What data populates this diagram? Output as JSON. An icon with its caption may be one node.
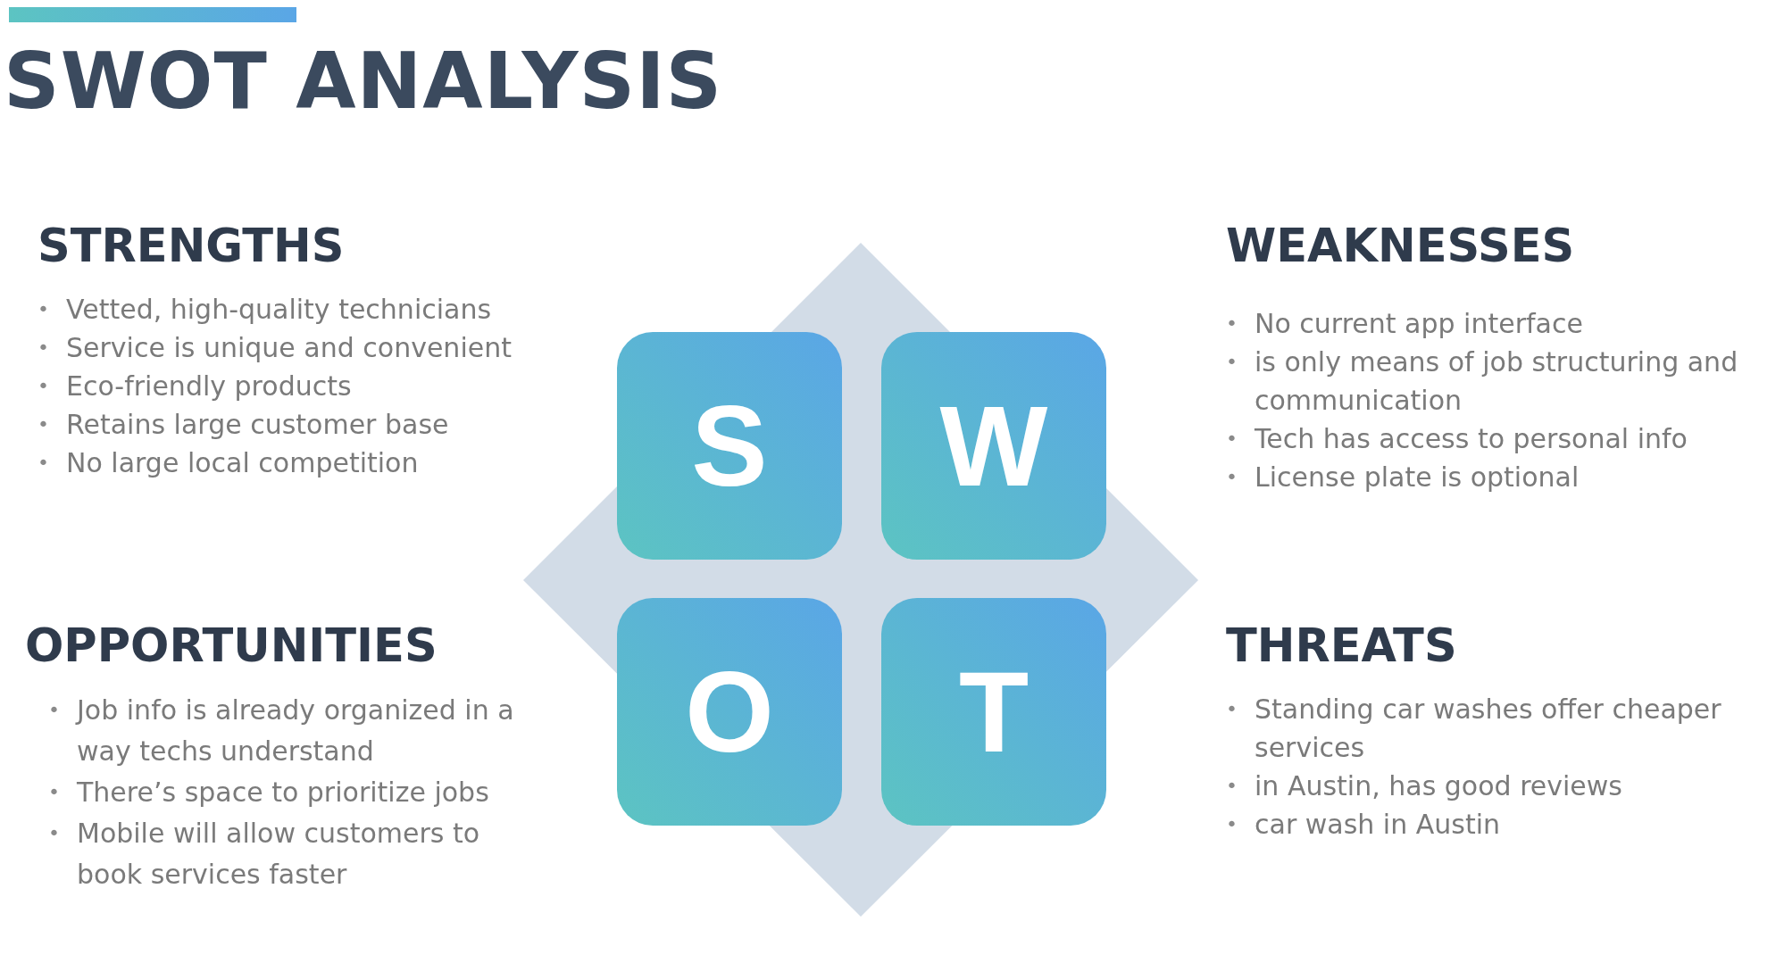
{
  "diagram": {
    "title": "SWOT ANALYSIS",
    "nodes": [
      {
        "text": [
          "S"
        ]
      },
      {
        "text": [
          "W"
        ]
      },
      {
        "text": [
          "O"
        ]
      },
      {
        "text": [
          "T"
        ]
      }
    ],
    "labels": [
      "STRENGTHS",
      "•",
      "Vetted, high-quality technicians",
      "•",
      "Service is unique and convenient",
      "•",
      "Eco-friendly products",
      "•",
      "Retains large customer base",
      "•",
      "No large local competition",
      "WEAKNESSES",
      "•",
      "No current app interface",
      "•",
      "is only means of job structuring and communication",
      "•",
      "Tech has access to personal info",
      "•",
      "License plate is optional",
      "OPPORTUNITIES",
      "•",
      "Job info is already organized in a way techs understand",
      "•",
      "There’s space to prioritize jobs",
      "•",
      "Mobile will allow customers to book services faster",
      "THREATS",
      "•",
      "Standing car washes offer cheaper services",
      "•",
      "in Austin, has good reviews",
      "•",
      "car wash in Austin"
    ]
  }
}
